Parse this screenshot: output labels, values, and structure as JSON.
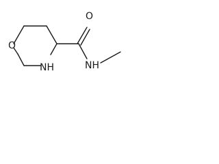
{
  "structure": {
    "atoms": {
      "ring_oxygen": "O",
      "carbonyl_oxygen": "O",
      "ring_nh": "NH",
      "amide_nh": "NH"
    },
    "colors": {
      "bond": "#1a1a1a",
      "background": "#ffffff"
    }
  }
}
